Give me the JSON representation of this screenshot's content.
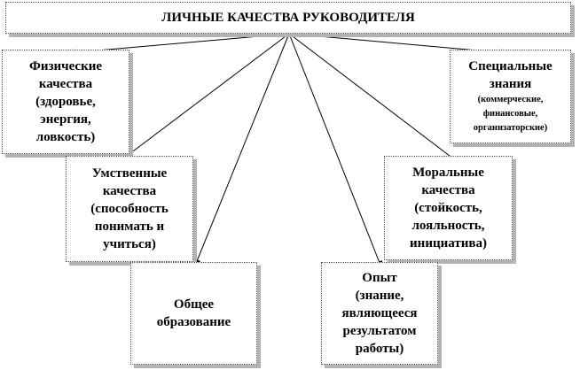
{
  "title": "ЛИЧНЫЕ КАЧЕСТВА РУКОВОДИТЕЛЯ",
  "nodes": {
    "physical": [
      "Физические",
      "качества",
      "(здоровье,",
      "энергия,",
      "ловкость)"
    ],
    "special": [
      "Специальные",
      "знания"
    ],
    "special_detail": [
      "(коммерческие,",
      "финансовые,",
      "организаторские)"
    ],
    "mental": [
      "Умственные",
      "качества",
      "(способность",
      "понимать и",
      "учиться)"
    ],
    "moral": [
      "Моральные",
      "качества",
      "(стойкость,",
      "лояльность,",
      "инициатива)"
    ],
    "education": [
      "Общее",
      "образование"
    ],
    "experience": [
      "Опыт",
      "(знание,",
      "являющееся",
      "результатом",
      "работы)"
    ]
  }
}
